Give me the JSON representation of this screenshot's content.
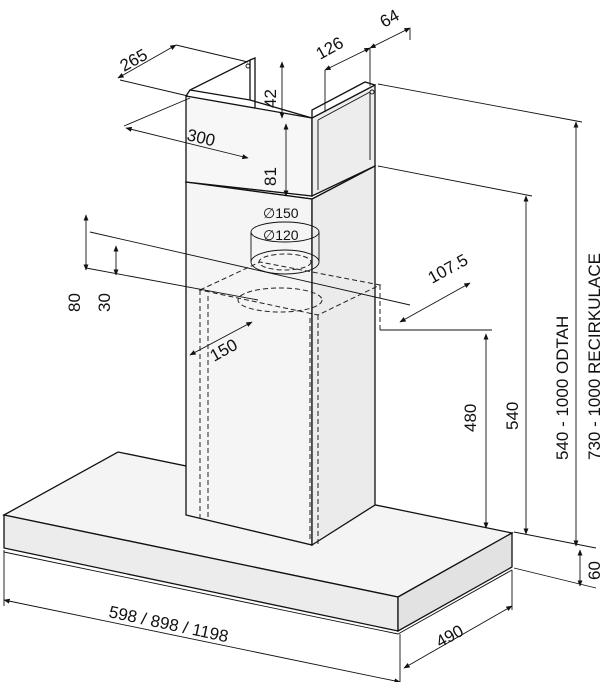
{
  "dimensions": {
    "chimney_top_depth": "265",
    "chimney_top_width": "300",
    "bracket_width": "126",
    "bracket_offset": "64",
    "bracket_height": "42",
    "upper_gap": "81",
    "outlet_outer": "∅150",
    "outlet_inner": "∅120",
    "outlet_offset_depth": "107.5",
    "outlet_height_80": "80",
    "outlet_height_30": "30",
    "outlet_offset_side": "150",
    "lower_height": "480",
    "min_chimney": "540",
    "height_extraction": "540 - 1000  ODTAH",
    "height_recirculation": "730 - 1000  RECIRKULACE",
    "canopy_height": "60",
    "width_options": "598 / 898 / 1198",
    "depth": "490"
  }
}
